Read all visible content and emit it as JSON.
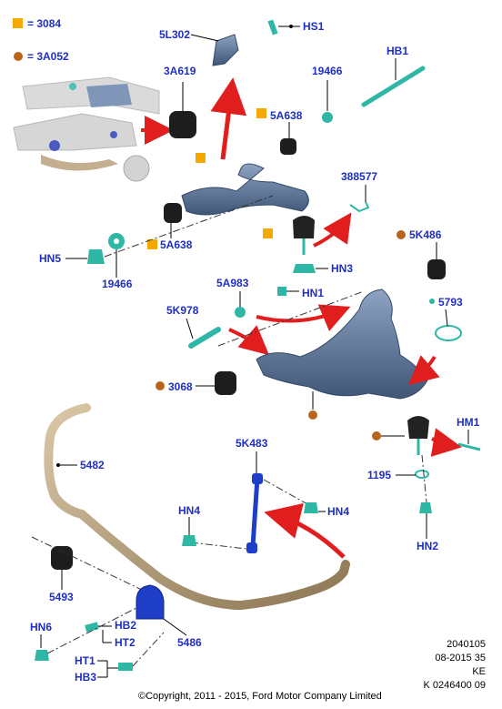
{
  "legend": {
    "square_code": "= 3084",
    "circle_code": "= 3A052"
  },
  "labels": {
    "hs1": "HS1",
    "l302": "5L302",
    "hb1": "HB1",
    "a619": "3A619",
    "n19466_top": "19466",
    "a638_top": "5A638",
    "n388577": "388577",
    "hn5": "HN5",
    "a638_left": "5A638",
    "n19466_left": "19466",
    "hn3": "HN3",
    "k486": "5K486",
    "a983": "5A983",
    "hn1": "HN1",
    "k978": "5K978",
    "n5793": "5793",
    "n3068": "3068",
    "hm1": "HM1",
    "n5482": "5482",
    "k483": "5K483",
    "n1195": "1195",
    "hn4_left": "HN4",
    "hn4_right": "HN4",
    "hn2": "HN2",
    "n5493": "5493",
    "hn6": "HN6",
    "hb2": "HB2",
    "ht2": "HT2",
    "n5486": "5486",
    "ht1": "HT1",
    "hb3": "HB3"
  },
  "reference": {
    "line1": "2040105",
    "line2": "08-2015 35",
    "line3": "KE",
    "line4": "K 0246400 09"
  },
  "copyright": "©Copyright, 2011 - 2015, Ford Motor Company Limited",
  "colors": {
    "label_blue": "#1f2fc4",
    "square_marker": "#f5a800",
    "circle_marker": "#b8651b",
    "arrow_red": "#e01e1e",
    "part_teal": "#2fb7a6",
    "part_steel": "#5b7397",
    "part_dark": "#222222",
    "bar_tan": "#b9a27d",
    "link_blue": "#1f3ec8"
  }
}
